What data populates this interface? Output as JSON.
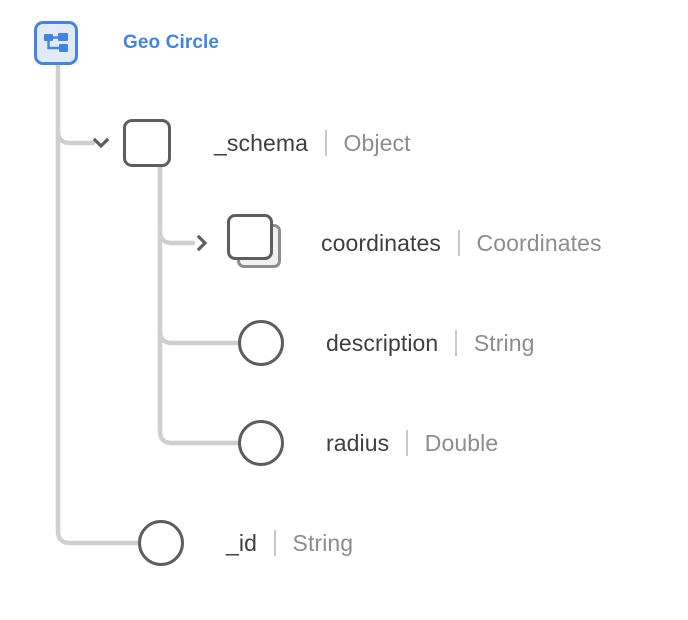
{
  "root": {
    "title": "Geo Circle",
    "icon": "schema-hierarchy-icon",
    "accent_color": "#4285e0",
    "icon_fill": "#e3eaf7",
    "expanded": true
  },
  "colors": {
    "background": "#ffffff",
    "accent": "#4285e0",
    "field_name": "#3f3f3f",
    "field_type": "#8d8d8d",
    "node_stroke": "#5e5e5e",
    "connector": "#cfcfcf",
    "divider": "#c8c8c8"
  },
  "tree": {
    "nodes": [
      {
        "name": "_schema",
        "type": "Object",
        "icon": "object-square-icon",
        "depth": 1,
        "expandable": true,
        "expanded": true,
        "chevron": "chevron-down-icon"
      },
      {
        "name": "coordinates",
        "type": "Coordinates",
        "icon": "array-stack-icon",
        "depth": 2,
        "expandable": true,
        "expanded": false,
        "chevron": "chevron-right-icon"
      },
      {
        "name": "description",
        "type": "String",
        "icon": "leaf-circle-icon",
        "depth": 2,
        "expandable": false,
        "expanded": false,
        "chevron": ""
      },
      {
        "name": "radius",
        "type": "Double",
        "icon": "leaf-circle-icon",
        "depth": 2,
        "expandable": false,
        "expanded": false,
        "chevron": ""
      },
      {
        "name": "_id",
        "type": "String",
        "icon": "leaf-circle-icon",
        "depth": 1,
        "expandable": false,
        "expanded": false,
        "chevron": ""
      }
    ]
  }
}
